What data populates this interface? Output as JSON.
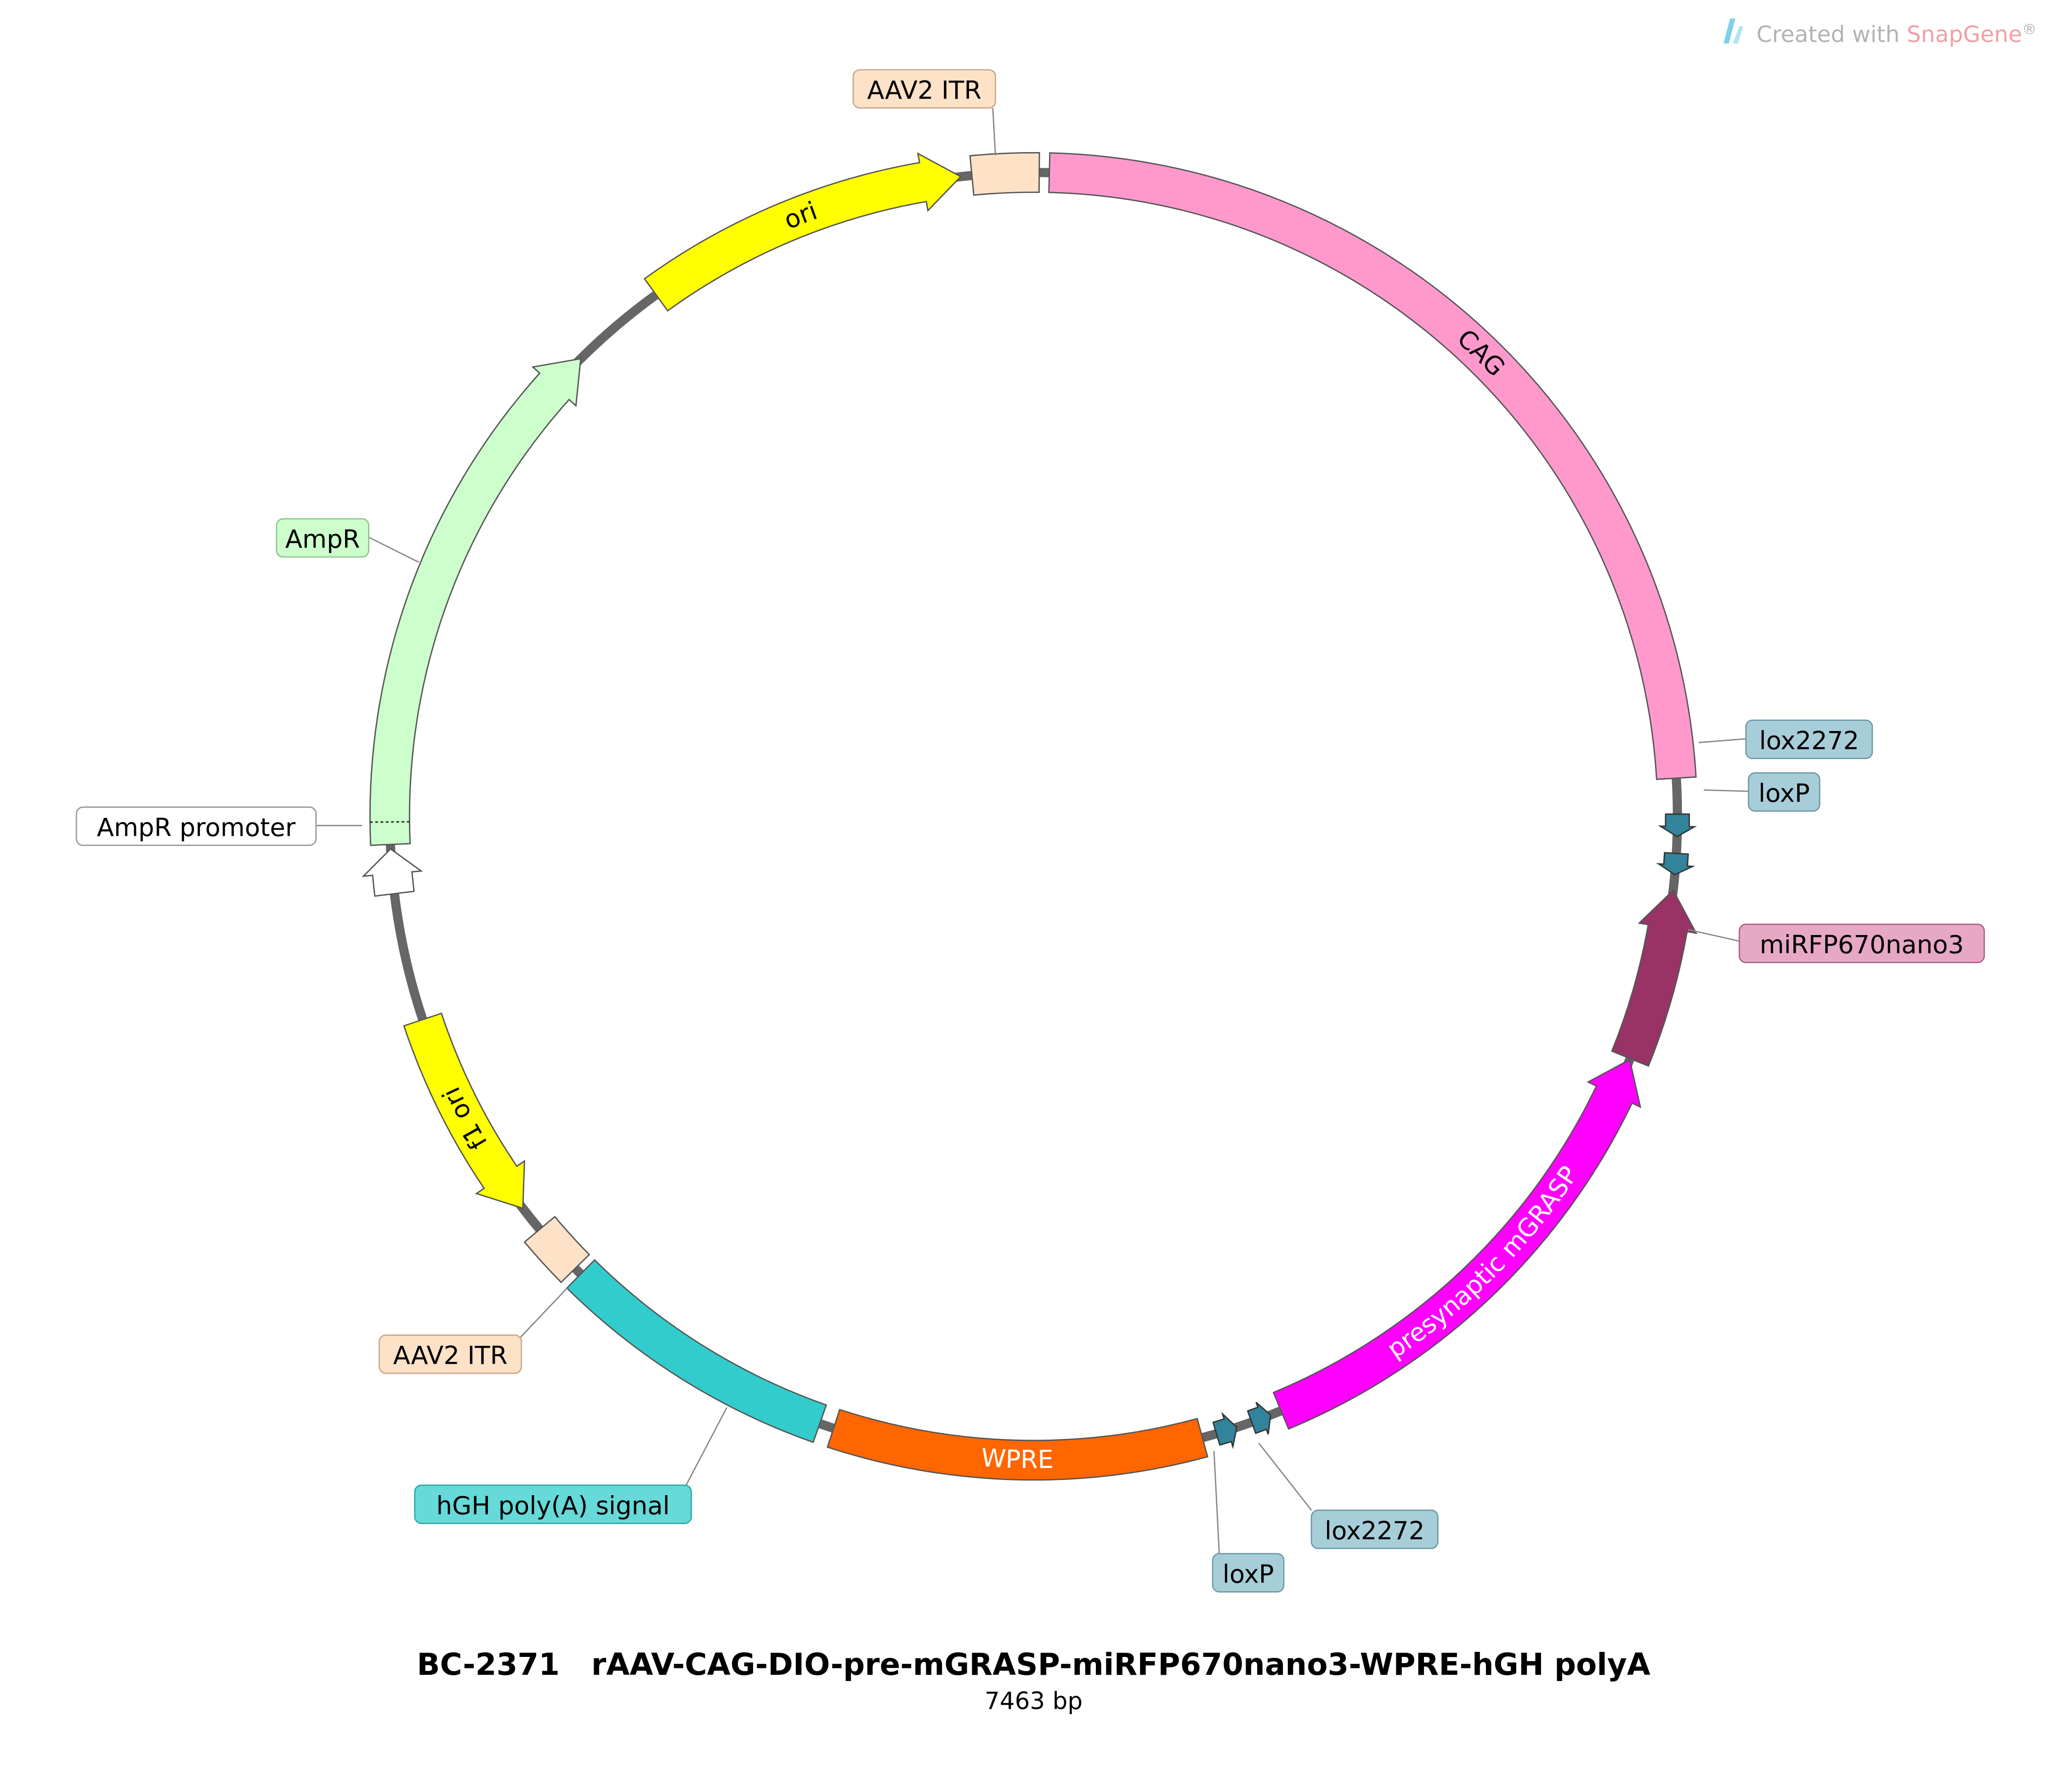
{
  "watermark": {
    "prefix": "Created with ",
    "brand": "SnapGene",
    "suffix": "®"
  },
  "plasmid": {
    "name": "BC-2371   rAAV-CAG-DIO-pre-mGRASP-miRFP670nano3-WPRE-hGH polyA",
    "size_label": "7463 bp"
  },
  "features": [
    {
      "id": "aav2-itr-top",
      "label": "AAV2 ITR",
      "type": "box",
      "start_deg": -5.5,
      "end_deg": 0.5,
      "fill": "#FDE2C8",
      "label_style": "callout"
    },
    {
      "id": "cag",
      "label": "CAG",
      "type": "bar",
      "start_deg": 1.4,
      "end_deg": 86.6,
      "fill": "#FF99CC",
      "label_style": "inline",
      "label_color": "#000000"
    },
    {
      "id": "lox2272-top",
      "label": "lox2272",
      "type": "arrow",
      "direction": "cw",
      "start_deg": 89.8,
      "end_deg": 91.8,
      "fill": "#31849B",
      "label_style": "callout"
    },
    {
      "id": "loxp-top",
      "label": "loxP",
      "type": "arrow",
      "direction": "cw",
      "start_deg": 93.3,
      "end_deg": 95.2,
      "fill": "#31849B",
      "label_style": "callout"
    },
    {
      "id": "mirfp670nano3",
      "label": "miRFP670nano3",
      "type": "arrow",
      "direction": "ccw",
      "start_deg": 96.6,
      "end_deg": 112.1,
      "fill": "#993366",
      "label_style": "callout"
    },
    {
      "id": "presynaptic-mgrasp",
      "label": "presynaptic mGRASP",
      "type": "arrow",
      "direction": "ccw",
      "start_deg": 112.2,
      "end_deg": 157.4,
      "fill": "#FF00FF",
      "label_style": "inline",
      "label_color": "#FFFFFF"
    },
    {
      "id": "lox2272-bottom",
      "label": "lox2272",
      "type": "arrow",
      "direction": "ccw",
      "start_deg": 158.4,
      "end_deg": 160.2,
      "fill": "#31849B",
      "label_style": "callout"
    },
    {
      "id": "loxp-bottom",
      "label": "loxP",
      "type": "arrow",
      "direction": "ccw",
      "start_deg": 161.6,
      "end_deg": 163.5,
      "fill": "#31849B",
      "label_style": "callout"
    },
    {
      "id": "wpre",
      "label": "WPRE",
      "type": "bar",
      "start_deg": 164.8,
      "end_deg": 198.1,
      "fill": "#FF6600",
      "label_style": "inline",
      "label_color": "#FFFFFF"
    },
    {
      "id": "hgh-polya",
      "label": "hGH poly(A) signal",
      "type": "bar",
      "start_deg": 199.4,
      "end_deg": 224.7,
      "fill": "#33CCCC",
      "label_style": "callout"
    },
    {
      "id": "aav2-itr-bottom",
      "label": "AAV2 ITR",
      "type": "box",
      "start_deg": 225.4,
      "end_deg": 230.1,
      "fill": "#FDE2C8",
      "label_style": "callout"
    },
    {
      "id": "f1-ori",
      "label": "f1 ori",
      "type": "arrow",
      "direction": "ccw",
      "start_deg": 232.5,
      "end_deg": 251.6,
      "fill": "#FFFF00",
      "label_style": "inline",
      "label_color": "#000000"
    },
    {
      "id": "ampr-promoter",
      "label": "AmpR promoter",
      "type": "arrow",
      "direction": "cw",
      "start_deg": 263.1,
      "end_deg": 267.1,
      "fill": "#FFFFFF",
      "label_style": "callout"
    },
    {
      "id": "ampr",
      "label": "AmpR",
      "type": "arrow",
      "direction": "cw",
      "start_deg": 267.5,
      "end_deg": 315.3,
      "fill": "#CCFFCC",
      "label_style": "callout"
    },
    {
      "id": "ori",
      "label": "ori",
      "type": "arrow",
      "direction": "cw",
      "start_deg": 324.1,
      "end_deg": 353.5,
      "fill": "#FFFF00",
      "label_style": "inline",
      "label_color": "#000000"
    }
  ],
  "colors": {
    "backbone": "#666666",
    "feature_stroke": "#555555",
    "watermark_gray": "#b3b3b3",
    "watermark_brand": "#f0a0a8",
    "watermark_logo": "#7fd0ea"
  }
}
